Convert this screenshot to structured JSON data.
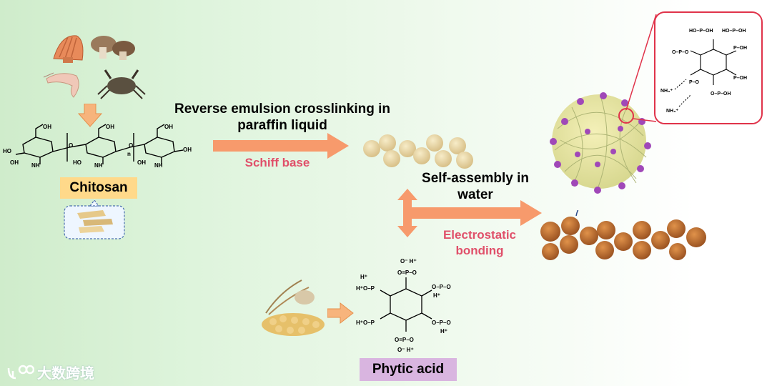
{
  "process": {
    "reverse_emulsion_line1": "Reverse emulsion crosslinking in",
    "reverse_emulsion_line2": "paraffin liquid",
    "schiff_base": "Schiff base",
    "self_assembly_line1": "Self-assembly in",
    "self_assembly_line2": "water",
    "electrostatic_line1": "Electrostatic",
    "electrostatic_line2": "bonding"
  },
  "materials": {
    "chitosan": "Chitosan",
    "phytic_acid": "Phytic acid"
  },
  "watermark": {
    "text": "大数跨境"
  },
  "colors": {
    "arrow_orange": "#f79a6c",
    "chitosan_label_bg": "#ffd98a",
    "phytic_label_bg": "#d9b5e0",
    "zoom_circle": "#e0334a",
    "accent_red_text": "#e0506a",
    "particle_brown": "#b8692e",
    "bead_beige": "#e8d6a4"
  }
}
